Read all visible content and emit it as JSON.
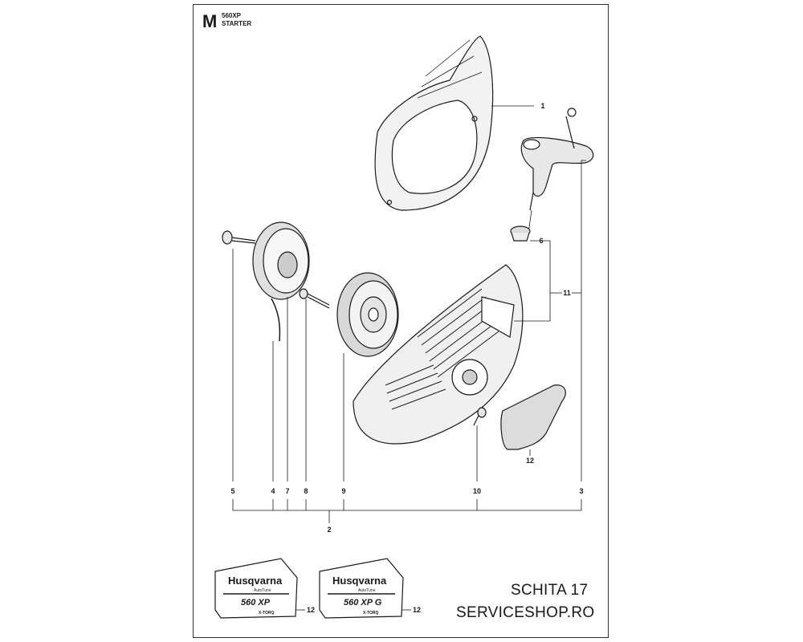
{
  "header": {
    "section_letter": "M",
    "model": "560XP",
    "title": "STARTER"
  },
  "callouts": {
    "c1": "1",
    "c2": "2",
    "c3": "3",
    "c4": "4",
    "c5": "5",
    "c6": "6",
    "c7": "7",
    "c8": "8",
    "c9": "9",
    "c10": "10",
    "c11": "11",
    "c12a": "12",
    "c12b": "12",
    "c12c": "12"
  },
  "decals": {
    "left": {
      "brand": "Husqvarna",
      "tag": "AutoTune",
      "model": "560 XP",
      "sub": "X-TORQ"
    },
    "right": {
      "brand": "Husqvarna",
      "tag": "AutoTune",
      "model": "560 XP G",
      "sub": "X-TORQ"
    }
  },
  "footer": {
    "sheet": "SCHITA 17",
    "shop": "SERVICESHOP.RO"
  },
  "colors": {
    "ink": "#1a1a1a",
    "shade": "#8c8c8c",
    "paper": "#ffffff"
  }
}
